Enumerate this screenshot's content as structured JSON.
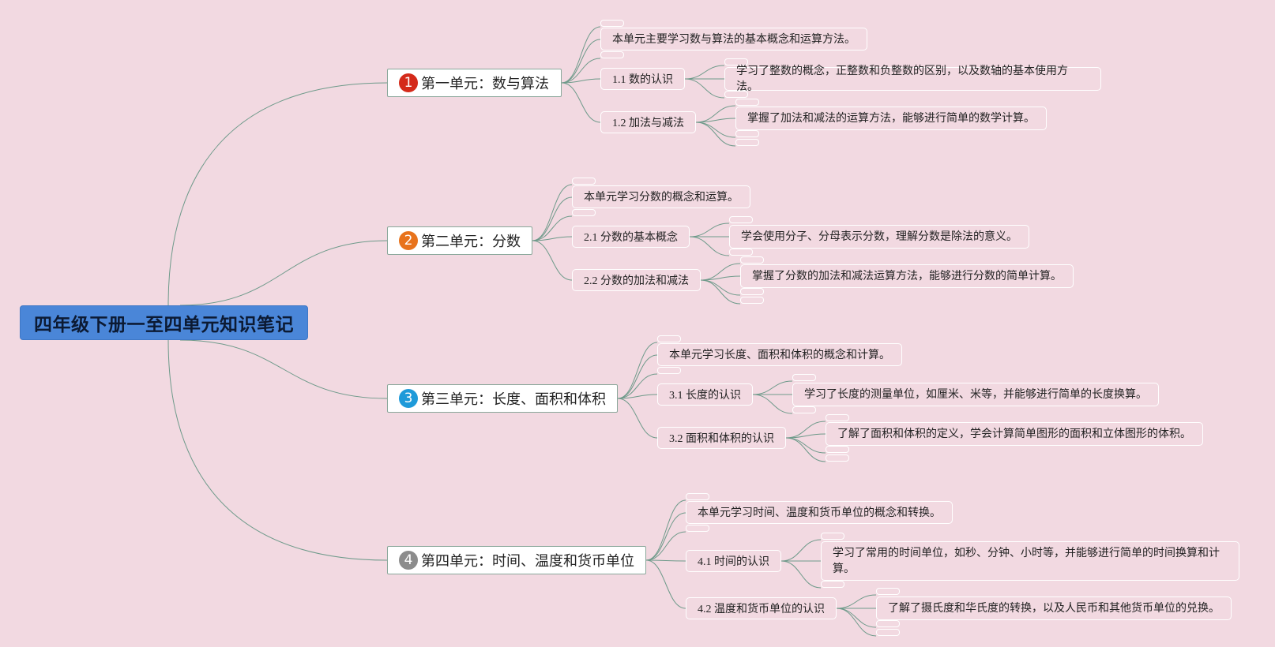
{
  "root": {
    "title": "四年级下册一至四单元知识笔记"
  },
  "units": [
    {
      "number": "1",
      "badge_color": "#d42a1a",
      "title": "第一单元：数与算法",
      "summary": "本单元主要学习数与算法的基本概念和运算方法。",
      "sections": [
        {
          "title": "1.1 数的认识",
          "note": "学习了整数的概念，正整数和负整数的区别，以及数轴的基本使用方法。"
        },
        {
          "title": "1.2 加法与减法",
          "note": "掌握了加法和减法的运算方法，能够进行简单的数学计算。"
        }
      ]
    },
    {
      "number": "2",
      "badge_color": "#e8731c",
      "title": "第二单元：分数",
      "summary": "本单元学习分数的概念和运算。",
      "sections": [
        {
          "title": "2.1 分数的基本概念",
          "note": "学会使用分子、分母表示分数，理解分数是除法的意义。"
        },
        {
          "title": "2.2 分数的加法和减法",
          "note": "掌握了分数的加法和减法运算方法，能够进行分数的简单计算。"
        }
      ]
    },
    {
      "number": "3",
      "badge_color": "#1f9ad9",
      "title": "第三单元：长度、面积和体积",
      "summary": "本单元学习长度、面积和体积的概念和计算。",
      "sections": [
        {
          "title": "3.1 长度的认识",
          "note": "学习了长度的测量单位，如厘米、米等，并能够进行简单的长度换算。"
        },
        {
          "title": "3.2 面积和体积的认识",
          "note": "了解了面积和体积的定义，学会计算简单图形的面积和立体图形的体积。"
        }
      ]
    },
    {
      "number": "4",
      "badge_color": "#8c8c8c",
      "title": "第四单元：时间、温度和货币单位",
      "summary": "本单元学习时间、温度和货币单位的概念和转换。",
      "sections": [
        {
          "title": "4.1 时间的认识",
          "note": "学习了常用的时间单位，如秒、分钟、小时等，并能够进行简单的时间换算和计算。"
        },
        {
          "title": "4.2 温度和货币单位的认识",
          "note": "了解了摄氏度和华氏度的转换，以及人民币和其他货币单位的兑换。"
        }
      ]
    }
  ]
}
